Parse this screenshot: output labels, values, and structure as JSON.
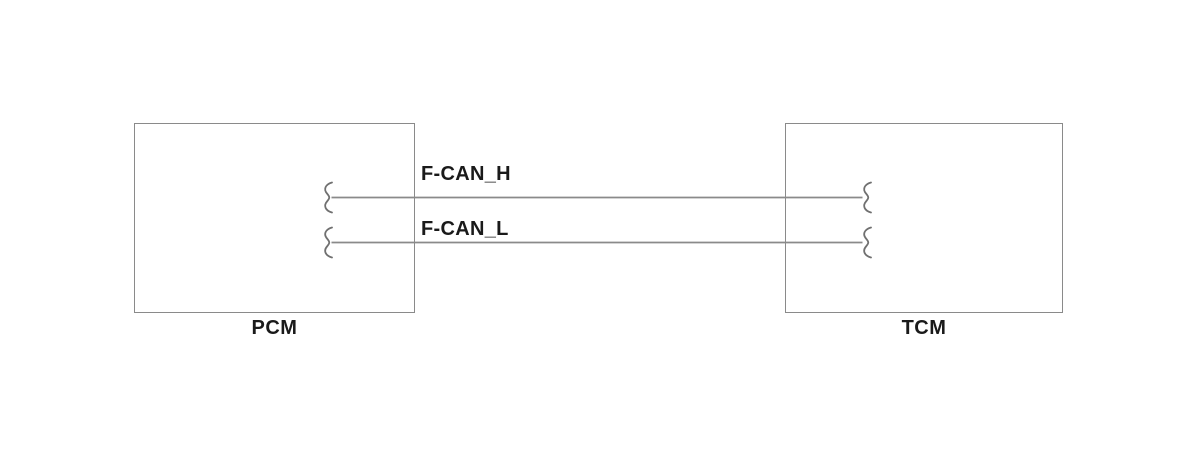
{
  "diagram": {
    "type": "wiring-schematic",
    "nodes": [
      {
        "id": "pcm",
        "label": "PCM"
      },
      {
        "id": "tcm",
        "label": "TCM"
      }
    ],
    "wires": [
      {
        "id": "f-can-h",
        "label": "F-CAN_H",
        "from": "PCM",
        "to": "TCM"
      },
      {
        "id": "f-can-l",
        "label": "F-CAN_L",
        "from": "PCM",
        "to": "TCM"
      }
    ],
    "icons": {
      "wire_end_symbol": "connector-break-squiggle"
    },
    "colors": {
      "background": "#ffffff",
      "line": "#8a8a8a",
      "squiggle": "#707070",
      "text": "#1a1a1a"
    }
  }
}
